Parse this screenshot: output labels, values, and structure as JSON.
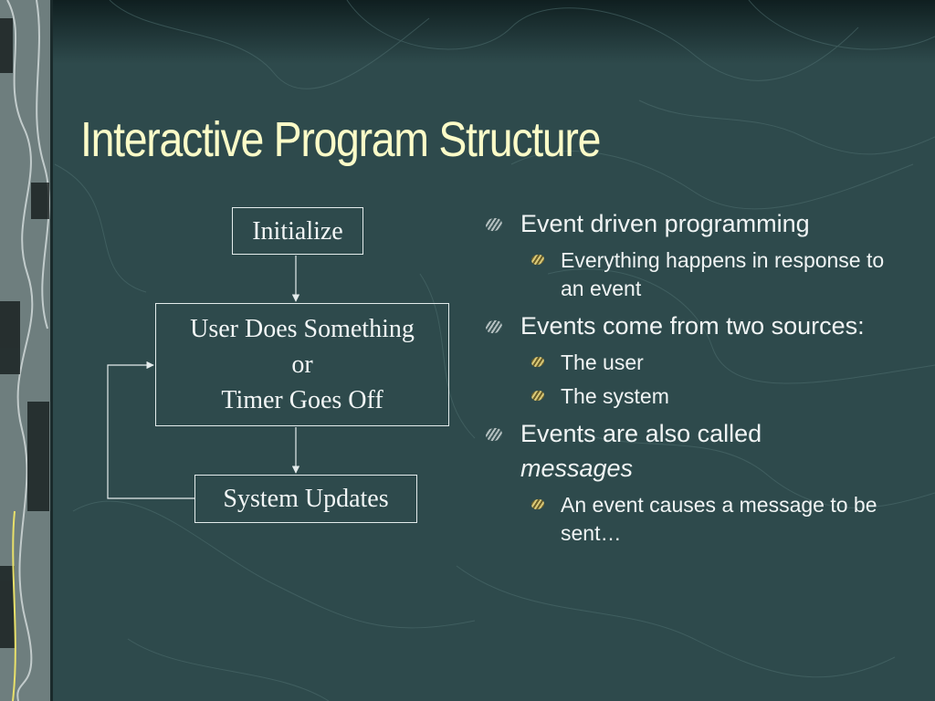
{
  "slide": {
    "title": "Interactive Program Structure",
    "colors": {
      "background": "#2e4a4c",
      "title": "#fcfcc8",
      "text": "#f0f4f4",
      "sub_bullet": "#d8c878"
    }
  },
  "diagram": {
    "initialize": "Initialize",
    "event_line1": "User Does Something",
    "event_line2": "or",
    "event_line3": "Timer Goes Off",
    "updates": "System Updates"
  },
  "bullets": [
    {
      "text": "Event driven programming",
      "subs": [
        "Everything happens in response to an event"
      ]
    },
    {
      "text": "Events come from two sources:",
      "subs": [
        "The user",
        "The system"
      ]
    },
    {
      "text": "Events are also called",
      "italic": "messages",
      "subs": [
        "An event causes a message to be sent…"
      ]
    }
  ]
}
